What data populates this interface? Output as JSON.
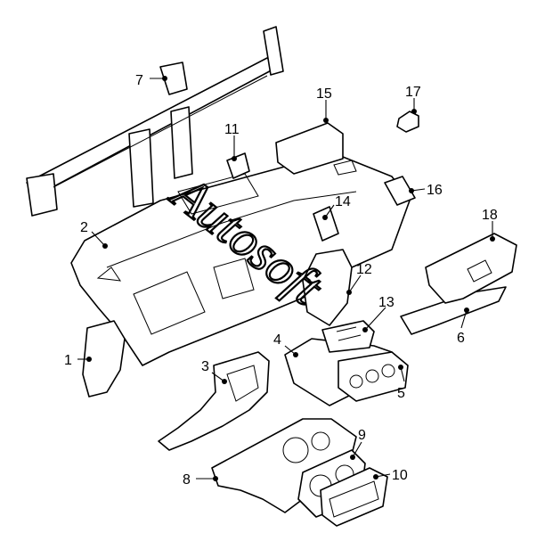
{
  "callouts": {
    "c1": "1",
    "c2": "2",
    "c3": "3",
    "c4": "4",
    "c5": "5",
    "c6": "6",
    "c7": "7",
    "c8": "8",
    "c9": "9",
    "c10": "10",
    "c11": "11",
    "c12": "12",
    "c13": "13",
    "c14": "14",
    "c15": "15",
    "c16": "16",
    "c17": "17",
    "c18": "18"
  },
  "watermark": "Autosoft"
}
